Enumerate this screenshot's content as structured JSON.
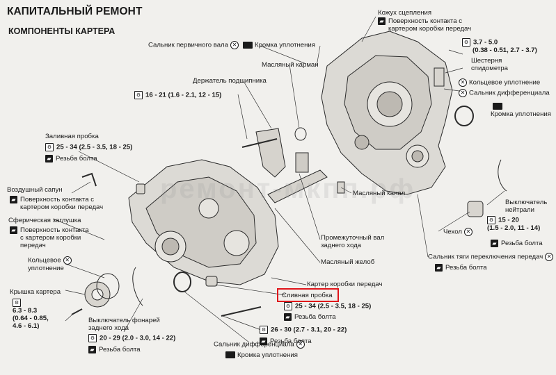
{
  "header": {
    "title": "КАПИТАЛЬНЫЙ РЕМОНТ",
    "subtitle": "КОМПОНЕНТЫ КАРТЕРА"
  },
  "watermark": "ремонт-мкпп.рф",
  "labels": {
    "clutch_housing": "Кожух сцепления",
    "clutch_contact_1": "Поверхность контакта с",
    "clutch_contact_2": "картером коробки передач",
    "input_shaft_seal": "Сальник первичного вала",
    "seal_lip": "Кромка уплотнения",
    "oil_pocket": "Масляный карман",
    "bearing_holder": "Держатель подшипника",
    "torque_top": "16 - 21 (1.6 - 2.1, 12 - 15)",
    "torque_speedo_1": "3.7 - 5.0",
    "torque_speedo_2": "(0.38 - 0.51, 2.7 - 3.7)",
    "speedo_gear_1": "Шестерня",
    "speedo_gear_2": "спидометра",
    "oring": "Кольцевое уплотнение",
    "diff_seal": "Сальник дифференциала",
    "seal_lip_right": "Кромка уплотнения",
    "filler_plug": "Заливная пробка",
    "torque_filler": "25 - 34 (2.5 - 3.5, 18 - 25)",
    "bolt_thread": "Резьба болта",
    "breather": "Воздушный сапун",
    "breather_contact_1": "Поверхность контакта с",
    "breather_contact_2": "картером коробки передач",
    "sphere_plug": "Сферическая заглушка",
    "sphere_contact_1": "Поверхность контакта",
    "sphere_contact_2": "с картером коробки",
    "sphere_contact_3": "передач",
    "oring_left_1": "Кольцевое",
    "oring_left_2": "уплотнение",
    "case_cover": "Крышка картера",
    "torque_cover_1": "6.3 - 8.3",
    "torque_cover_2": "(0.64 - 0.85,",
    "torque_cover_3": "4.6 - 6.1)",
    "reverse_switch_1": "Выключатель фонарей",
    "reverse_switch_2": "заднего хода",
    "torque_reverse": "20 - 29 (2.0 - 3.0, 14 - 22)",
    "bolt_thread_2": "Резьба болта",
    "diff_seal_bottom": "Сальник дифференциала",
    "seal_lip_bottom": "Кромка уплотнения",
    "torque_26": "26 - 30 (2.7 - 3.1, 20 - 22)",
    "bolt_thread_3": "Резьба болта",
    "drain_plug": "Сливная пробка",
    "torque_drain": "25 - 34 (2.5 - 3.5, 18 - 25)",
    "bolt_thread_4": "Резьба болта",
    "transmission_case": "Картер коробки передач",
    "oil_trough": "Масляный желоб",
    "reverse_idler_1": "Промежуточный вал",
    "reverse_idler_2": "заднего хода",
    "oil_channel": "Масляный канал",
    "neutral_switch_1": "Выключатель",
    "neutral_switch_2": "нейтрали",
    "torque_neutral_1": "15 - 20",
    "torque_neutral_2": "(1.5 - 2.0, 11 - 14)",
    "boot": "Чехол",
    "bolt_thread_5": "Резьба болта",
    "shift_rod_seal": "Сальник тяги переключения передач",
    "bolt_thread_6": "Резьба болта"
  },
  "highlight_label": "Сливная пробка",
  "colors": {
    "highlight": "#e0141a",
    "ink": "#1a1a1a",
    "paper": "#f1f0ed"
  },
  "icons": [
    "torque-wrench-icon",
    "sealant-icon",
    "replace-x-icon",
    "grease-icon"
  ]
}
